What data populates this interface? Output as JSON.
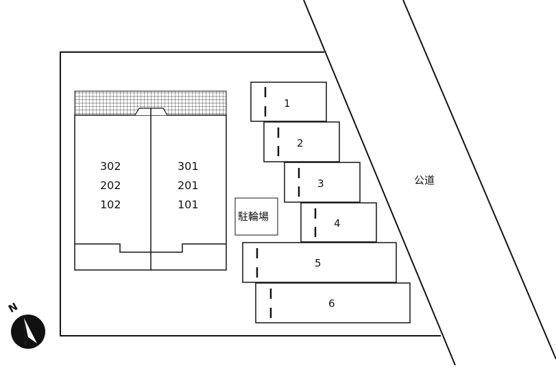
{
  "colors": {
    "line": "#111111",
    "background": "#ffffff"
  },
  "compass": {
    "label": "N",
    "icon": "north-arrow-icon"
  },
  "road": {
    "label": "公道"
  },
  "bicycle_parking": {
    "label": "駐輪場"
  },
  "building": {
    "left_column": [
      "302",
      "202",
      "102"
    ],
    "right_column": [
      "301",
      "201",
      "101"
    ]
  },
  "parking": {
    "spaces": [
      {
        "label": "1"
      },
      {
        "label": "2"
      },
      {
        "label": "3"
      },
      {
        "label": "4"
      },
      {
        "label": "5"
      },
      {
        "label": "6"
      }
    ]
  }
}
